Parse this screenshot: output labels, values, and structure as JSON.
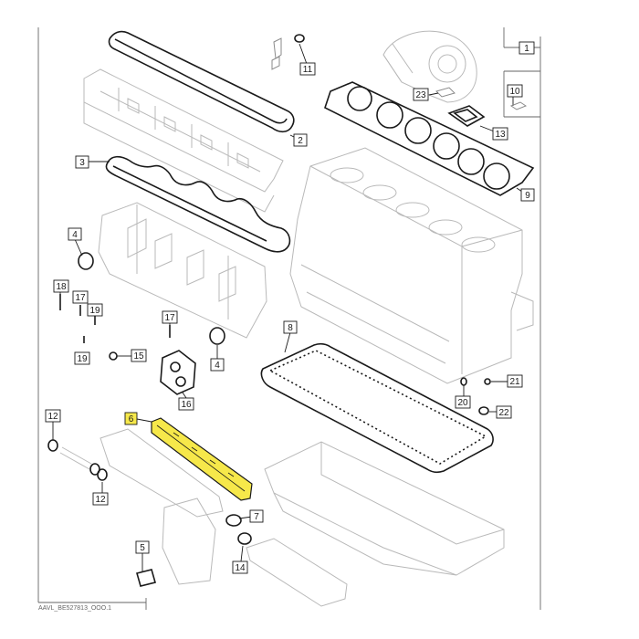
{
  "callouts": [
    {
      "id": "c1",
      "label": "1"
    },
    {
      "id": "c2",
      "label": "2"
    },
    {
      "id": "c3",
      "label": "3"
    },
    {
      "id": "c4a",
      "label": "4"
    },
    {
      "id": "c4b",
      "label": "4"
    },
    {
      "id": "c5",
      "label": "5"
    },
    {
      "id": "c6",
      "label": "6"
    },
    {
      "id": "c7",
      "label": "7"
    },
    {
      "id": "c8",
      "label": "8"
    },
    {
      "id": "c9",
      "label": "9"
    },
    {
      "id": "c10",
      "label": "10"
    },
    {
      "id": "c11",
      "label": "11"
    },
    {
      "id": "c12a",
      "label": "12"
    },
    {
      "id": "c12b",
      "label": "12"
    },
    {
      "id": "c13",
      "label": "13"
    },
    {
      "id": "c14",
      "label": "14"
    },
    {
      "id": "c15",
      "label": "15"
    },
    {
      "id": "c16",
      "label": "16"
    },
    {
      "id": "c17a",
      "label": "17"
    },
    {
      "id": "c17b",
      "label": "17"
    },
    {
      "id": "c18",
      "label": "18"
    },
    {
      "id": "c19a",
      "label": "19"
    },
    {
      "id": "c19b",
      "label": "19"
    },
    {
      "id": "c20",
      "label": "20"
    },
    {
      "id": "c21",
      "label": "21"
    },
    {
      "id": "c22",
      "label": "22"
    },
    {
      "id": "c23",
      "label": "23"
    }
  ],
  "highlight": {
    "part": "6",
    "color": "#f6e84a"
  },
  "footer": {
    "reference": "AAVL_BE527813_OOO.1"
  }
}
